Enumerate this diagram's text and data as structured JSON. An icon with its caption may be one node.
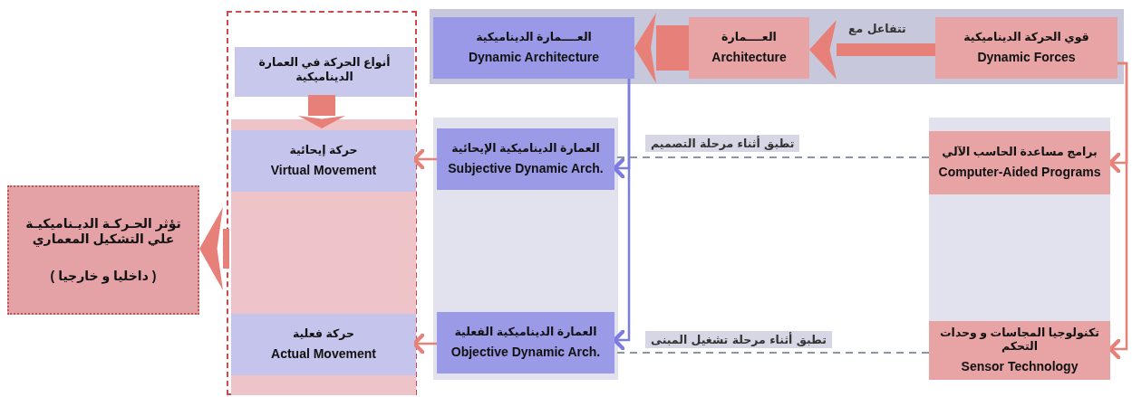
{
  "diagram": {
    "nodes": [
      {
        "text": [],
        "shape": "box"
      },
      {
        "text": [
          "العــــمارة الديناميكية",
          "Dynamic Architecture"
        ],
        "in": 0
      },
      {
        "text": [
          "العــــمارة",
          "Architecture"
        ],
        "in": 0
      },
      {
        "text": [
          "قوي الحركة الديناميكية",
          "Dynamic Forces"
        ],
        "in": 0
      },
      {
        "text": [],
        "shape": "box"
      },
      {
        "text": [
          "أنواع الحركة في العمارة الديناميكية"
        ],
        "in": 4
      },
      {
        "text": [],
        "shape": "box",
        "in": 4
      },
      {
        "text": [
          "حركة إيحائية",
          "Virtual Movement"
        ],
        "in": 6
      },
      {
        "text": [
          "حركة فعلية",
          "Actual Movement"
        ],
        "in": 6
      },
      {
        "text": [],
        "shape": "box"
      },
      {
        "text": [
          "العمارة الديناميكية الإيحائية",
          "Subjective Dynamic Arch."
        ],
        "in": 9
      },
      {
        "text": [
          "العمارة الديناميكية الفعلية",
          "Objective Dynamic Arch."
        ],
        "in": 9
      },
      {
        "text": [],
        "shape": "box"
      },
      {
        "text": [
          "برامج مساعدة الحاسب الآلي",
          "Computer-Aided Programs"
        ],
        "in": 12
      },
      {
        "text": [
          "تكنولوجيا المجاسات و وحدات التحكم",
          "Sensor Technology"
        ],
        "in": 12
      },
      {
        "text": [
          "تؤثر الحـركـة الديـناميكيـة علي التشكيل المعماري",
          "( داخليا و خارجيا )"
        ]
      }
    ],
    "edges": [
      {
        "from": 3,
        "to": 2,
        "arrow": "to",
        "label": "تتفاعل مع",
        "style": "thick"
      },
      {
        "from": 2,
        "to": 1,
        "arrow": "to",
        "style": "thick"
      },
      {
        "from": 1,
        "to": 10,
        "arrow": "to",
        "color": "#7b7be0"
      },
      {
        "from": 1,
        "to": 11,
        "arrow": "to",
        "color": "#7b7be0"
      },
      {
        "from": 13,
        "to": 10,
        "arrow": "none",
        "label": "تطبق أثناء مرحلة التصميم",
        "style": "dashed",
        "color": "#8a96a8"
      },
      {
        "from": 14,
        "to": 11,
        "arrow": "none",
        "label": "تطبق أثناء مرحلة تشغيل المبنى",
        "style": "dashed",
        "color": "#8a96a8"
      },
      {
        "from": 3,
        "to": 13,
        "arrow": "to"
      },
      {
        "from": 3,
        "to": 14,
        "arrow": "to"
      },
      {
        "from": 10,
        "to": 7,
        "arrow": "to"
      },
      {
        "from": 11,
        "to": 8,
        "arrow": "to"
      },
      {
        "from": 5,
        "to": 7,
        "arrow": "to",
        "style": "thick"
      },
      {
        "from": 6,
        "to": 15,
        "arrow": "to",
        "style": "thick"
      }
    ]
  }
}
